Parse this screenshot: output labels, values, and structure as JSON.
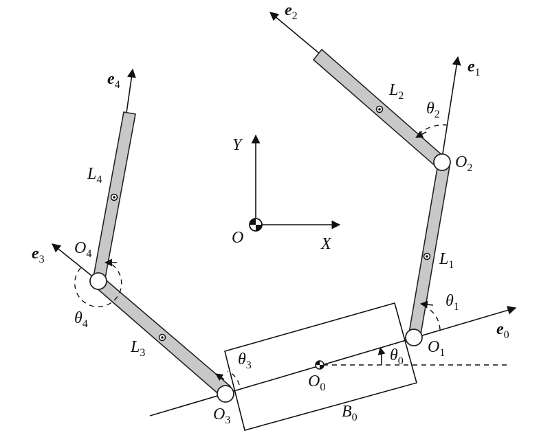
{
  "figure": {
    "vectors": {
      "e0": {
        "main": "e",
        "sub": "0"
      },
      "e1": {
        "main": "e",
        "sub": "1"
      },
      "e2": {
        "main": "e",
        "sub": "2"
      },
      "e3": {
        "main": "e",
        "sub": "3"
      },
      "e4": {
        "main": "e",
        "sub": "4"
      }
    },
    "links": {
      "L1": {
        "main": "L",
        "sub": "1"
      },
      "L2": {
        "main": "L",
        "sub": "2"
      },
      "L3": {
        "main": "L",
        "sub": "3"
      },
      "L4": {
        "main": "L",
        "sub": "4"
      }
    },
    "joints": {
      "O0": {
        "main": "O",
        "sub": "0"
      },
      "O1": {
        "main": "O",
        "sub": "1"
      },
      "O2": {
        "main": "O",
        "sub": "2"
      },
      "O3": {
        "main": "O",
        "sub": "3"
      },
      "O4": {
        "main": "O",
        "sub": "4"
      }
    },
    "angles": {
      "theta0": {
        "main": "θ",
        "sub": "0"
      },
      "theta1": {
        "main": "θ",
        "sub": "1"
      },
      "theta2": {
        "main": "θ",
        "sub": "2"
      },
      "theta3": {
        "main": "θ",
        "sub": "3"
      },
      "theta4": {
        "main": "θ",
        "sub": "4"
      }
    },
    "base": {
      "main": "B",
      "sub": "0"
    },
    "frame": {
      "origin": "O",
      "x_axis": "X",
      "y_axis": "Y"
    }
  }
}
